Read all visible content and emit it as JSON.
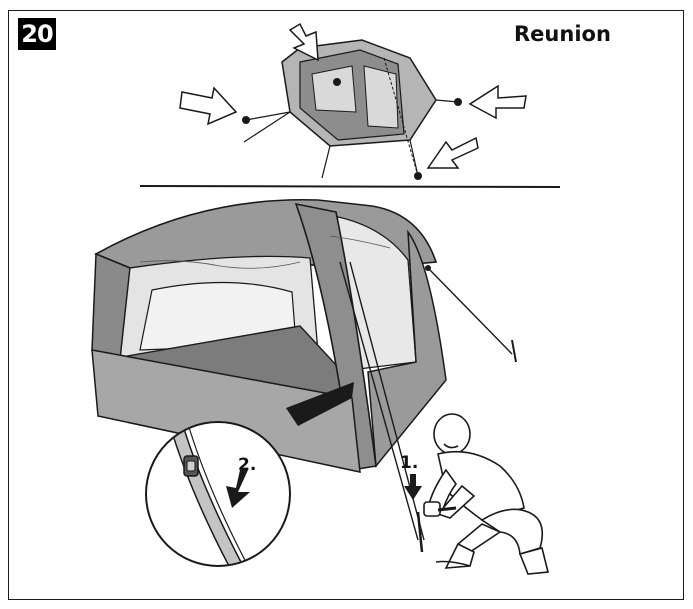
{
  "step": {
    "number": "20"
  },
  "model": {
    "name": "Reunion"
  },
  "instructions": {
    "step_1": "1.",
    "step_2": "2."
  },
  "colors": {
    "line": "#1a1a1a",
    "tent_fill": "#9a9a9a",
    "tent_dark": "#6e6e6e",
    "mesh": "#e4e4e4",
    "floor": "#7c7c7c",
    "arrow_fill": "#ffffff"
  }
}
